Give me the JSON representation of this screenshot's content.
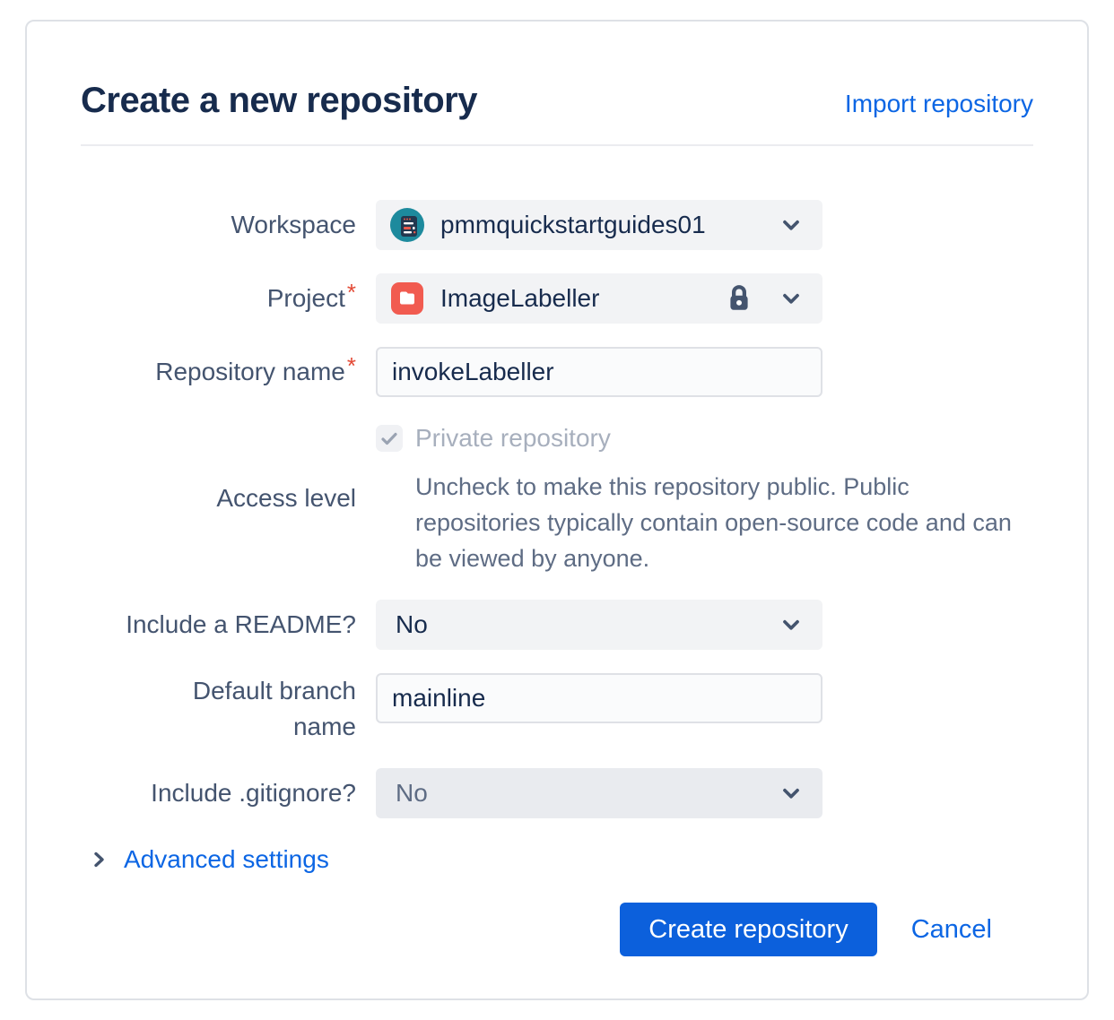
{
  "dialog": {
    "title": "Create a new repository",
    "import_link": "Import repository"
  },
  "form": {
    "workspace": {
      "label": "Workspace",
      "value": "pmmquickstartguides01"
    },
    "project": {
      "label": "Project",
      "required_marker": "*",
      "value": "ImageLabeller"
    },
    "repository_name": {
      "label": "Repository name",
      "required_marker": "*",
      "value": "invokeLabeller"
    },
    "access_level": {
      "label": "Access level",
      "checkbox_label": "Private repository",
      "checkbox_checked": true,
      "help_text": "Uncheck to make this repository public. Public repositories typically contain open-source code and can be viewed by anyone."
    },
    "include_readme": {
      "label": "Include a README?",
      "value": "No"
    },
    "default_branch": {
      "label": "Default branch name",
      "value": "mainline"
    },
    "include_gitignore": {
      "label": "Include .gitignore?",
      "value": "No"
    }
  },
  "advanced": {
    "label": "Advanced settings"
  },
  "footer": {
    "create_label": "Create repository",
    "cancel_label": "Cancel"
  },
  "icons": {
    "workspace_avatar": "workspace-avatar-icon",
    "project_folder": "folder-icon",
    "lock": "lock-icon",
    "chevron_down": "chevron-down-icon",
    "chevron_right": "chevron-right-icon",
    "check": "check-icon"
  },
  "colors": {
    "accent_blue": "#0C66E4",
    "button_blue": "#0C60DC",
    "title_text": "#172B4D",
    "label_text": "#44546F",
    "help_text": "#5E6C84",
    "muted_text": "#A7AFBD",
    "required_red": "#E34935",
    "project_icon_red": "#F15B50",
    "avatar_teal": "#1D8A9D",
    "field_bg": "#F2F3F5",
    "field_bg_darker": "#E9EBEF",
    "input_bg": "#FAFBFC",
    "input_border": "#DFE1E6",
    "card_border": "#DEE1E6"
  }
}
